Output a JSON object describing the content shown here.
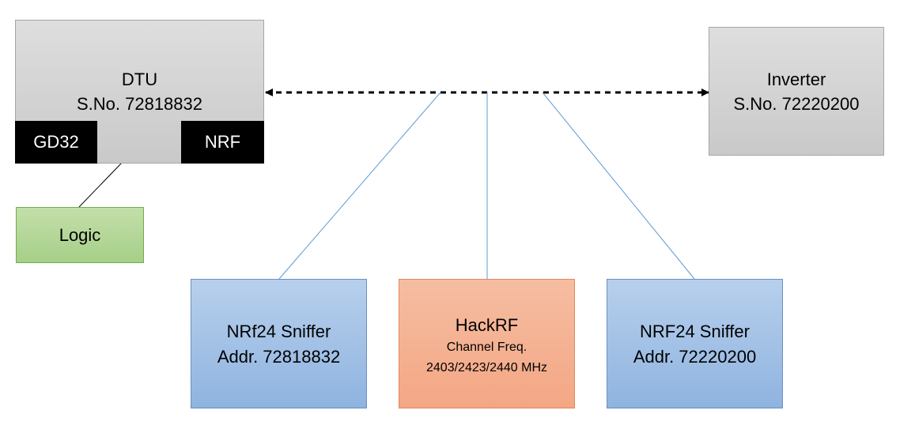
{
  "dtu": {
    "title": "DTU",
    "serial": "S.No. 72818832"
  },
  "gd32": {
    "label": "GD32"
  },
  "nrf": {
    "label": "NRF"
  },
  "logic": {
    "label": "Logic"
  },
  "inverter": {
    "title": "Inverter",
    "serial": "S.No. 72220200"
  },
  "sniffer_left": {
    "title": "NRf24 Sniffer",
    "addr": "Addr. 72818832"
  },
  "hackrf": {
    "title": "HackRF",
    "freq_label": "Channel Freq.",
    "freq_values": "2403/2423/2440 MHz"
  },
  "sniffer_right": {
    "title": "NRF24 Sniffer",
    "addr": "Addr. 72220200"
  },
  "colors": {
    "gray_fill": "#c9c9c9",
    "green_fill": "#a6cf88",
    "blue_fill": "#8fb3e0",
    "orange_fill": "#f3a784",
    "rf_link": "#5b9bd5"
  }
}
